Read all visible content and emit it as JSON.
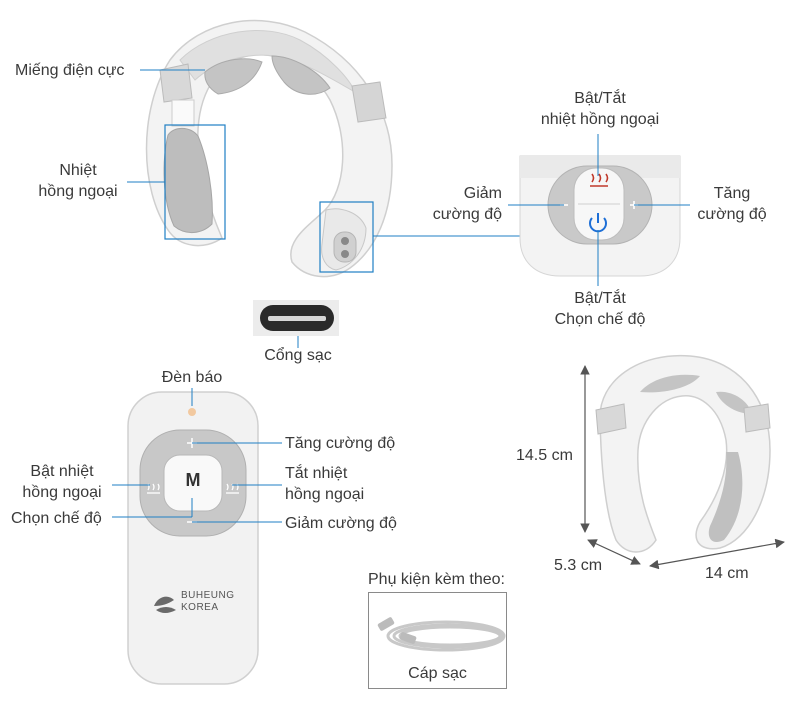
{
  "colors": {
    "device_body": "#f1f1f1",
    "device_pad": "#bcbcbc",
    "pointer_line": "#1f7fc4",
    "power_icon": "#1e6fd6",
    "heat_icon": "#c0392b",
    "indicator_light": "#f2c9a0"
  },
  "top_device": {
    "labels": {
      "electrode": "Miếng điện cực",
      "infrared_line1": "Nhiệt",
      "infrared_line2": "hồng ngoại",
      "charging_port": "Cổng sạc"
    }
  },
  "button_panel": {
    "labels": {
      "infrared_toggle_line1": "Bật/Tắt",
      "infrared_toggle_line2": "nhiệt hồng ngoại",
      "decrease_line1": "Giảm",
      "decrease_line2": "cường độ",
      "increase_line1": "Tăng",
      "increase_line2": "cường độ",
      "power_line1": "Bật/Tắt",
      "power_line2": "Chọn chế độ"
    },
    "icons": [
      "heat-icon",
      "power-icon",
      "minus-icon",
      "plus-icon"
    ]
  },
  "remote": {
    "labels": {
      "indicator": "Đèn báo",
      "increase": "Tăng cường độ",
      "infrared_on_line1": "Bật nhiệt",
      "infrared_on_line2": "hồng ngoại",
      "infrared_off_line1": "Tắt nhiệt",
      "infrared_off_line2": "hồng ngoại",
      "select_mode": "Chọn chế độ",
      "decrease": "Giảm cường độ"
    },
    "mode_key": "M",
    "brand_line1": "BUHEUNG",
    "brand_line2": "KOREA"
  },
  "dimensions": {
    "height": "14.5 cm",
    "depth": "5.3 cm",
    "width": "14 cm"
  },
  "accessories": {
    "title": "Phụ kiện kèm theo:",
    "cable_label": "Cáp sạc"
  }
}
